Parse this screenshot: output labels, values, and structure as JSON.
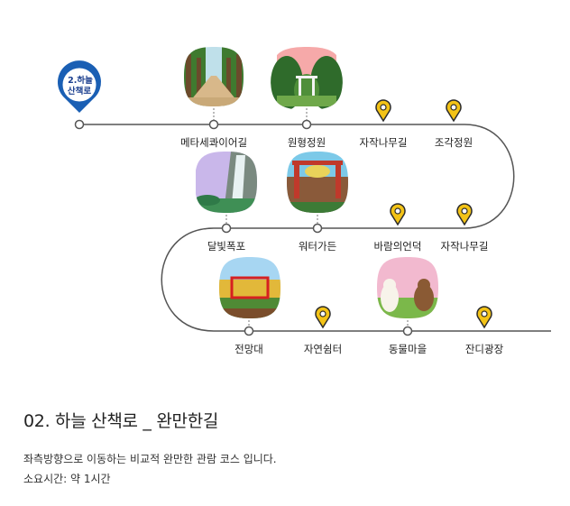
{
  "start_marker": {
    "line1": "2.하늘",
    "line2": "산책로",
    "icon": "location-pin-icon",
    "color": "#1a5fb4"
  },
  "route": {
    "line_color": "#555555",
    "stops": [
      {
        "label": "메타세콰이어길",
        "marker": "photo",
        "photo": "metasequoia-road"
      },
      {
        "label": "원형정원",
        "marker": "photo",
        "photo": "circular-garden"
      },
      {
        "label": "자작나무길",
        "marker": "pin"
      },
      {
        "label": "조각정원",
        "marker": "pin"
      },
      {
        "label": "자작나무길",
        "marker": "pin"
      },
      {
        "label": "바람의언덕",
        "marker": "pin"
      },
      {
        "label": "워터가든",
        "marker": "photo",
        "photo": "water-garden"
      },
      {
        "label": "달빛폭포",
        "marker": "photo",
        "photo": "moonlight-waterfall"
      },
      {
        "label": "전망대",
        "marker": "photo",
        "photo": "observatory"
      },
      {
        "label": "자연쉼터",
        "marker": "pin"
      },
      {
        "label": "동물마을",
        "marker": "photo",
        "photo": "animal-village"
      },
      {
        "label": "잔디광장",
        "marker": "pin"
      }
    ]
  },
  "colors": {
    "pin": "#f3c316",
    "pin_outline": "#2b2b2b",
    "start_pin": "#1a5fb4"
  },
  "course": {
    "title": "02. 하늘 산책로 _ 완만한길",
    "description": "좌측방향으로 이동하는 비교적 완만한 관람 코스 입니다.",
    "duration": "소요시간: 약 1시간"
  }
}
